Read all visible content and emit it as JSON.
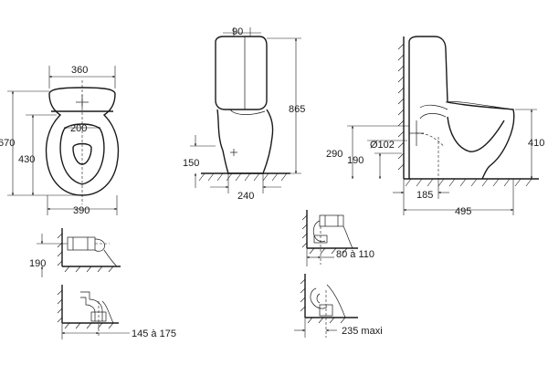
{
  "top_view": {
    "width_top": "360",
    "inner_width": "200",
    "height_total": "670",
    "height_bowl": "430",
    "width_bottom": "390"
  },
  "side_view": {
    "tank_depth": "90",
    "total_height": "865",
    "outlet_height": "150",
    "base_width": "240"
  },
  "profile_view": {
    "outlet_height": "290",
    "pipe_diameter": "Ø102",
    "pipe_height": "190",
    "seat_height": "410",
    "wall_offset": "185",
    "total_depth": "495"
  },
  "detail_a": {
    "label": "190"
  },
  "detail_b": {
    "label": "145 à 175"
  },
  "detail_c": {
    "label": "80 à 110"
  },
  "detail_d": {
    "label": "235 maxi"
  }
}
